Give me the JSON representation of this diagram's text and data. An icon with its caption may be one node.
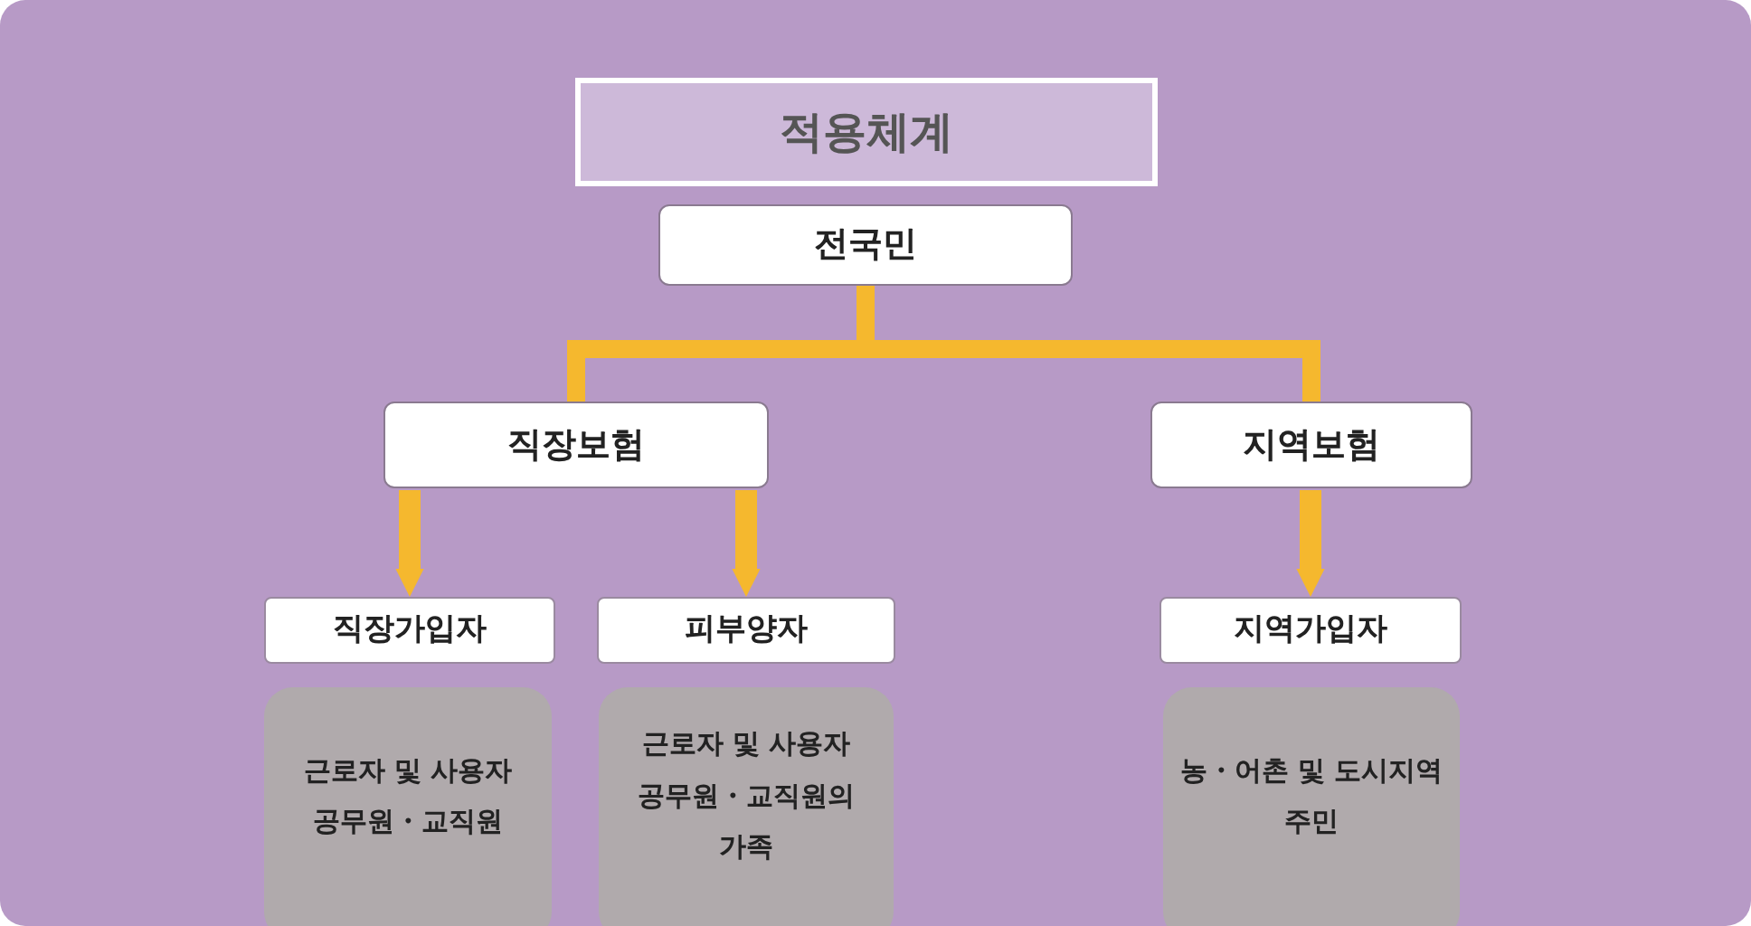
{
  "diagram": {
    "title": "적용체계",
    "nodes": [
      {
        "text": [
          "전국민"
        ]
      },
      {
        "text": [
          "직장보험"
        ]
      },
      {
        "text": [
          "지역보험"
        ]
      },
      {
        "text": [
          "직장가입자"
        ]
      },
      {
        "text": [
          "피부양자"
        ]
      },
      {
        "text": [
          "지역가입자"
        ]
      },
      {
        "text": [
          "근로자 및 사용자 공무원・교직원"
        ]
      },
      {
        "text": [
          "근로자 및 사용자 공무원・교직원의 가족"
        ]
      },
      {
        "text": [
          "농・어촌 및 도시지역 주민"
        ]
      }
    ],
    "edges": [
      {
        "from": 0,
        "to": 1,
        "arrow": "none"
      },
      {
        "from": 0,
        "to": 2,
        "arrow": "none"
      },
      {
        "from": 1,
        "to": 3,
        "arrow": "to"
      },
      {
        "from": 1,
        "to": 4,
        "arrow": "to"
      },
      {
        "from": 2,
        "to": 5,
        "arrow": "to"
      }
    ]
  }
}
